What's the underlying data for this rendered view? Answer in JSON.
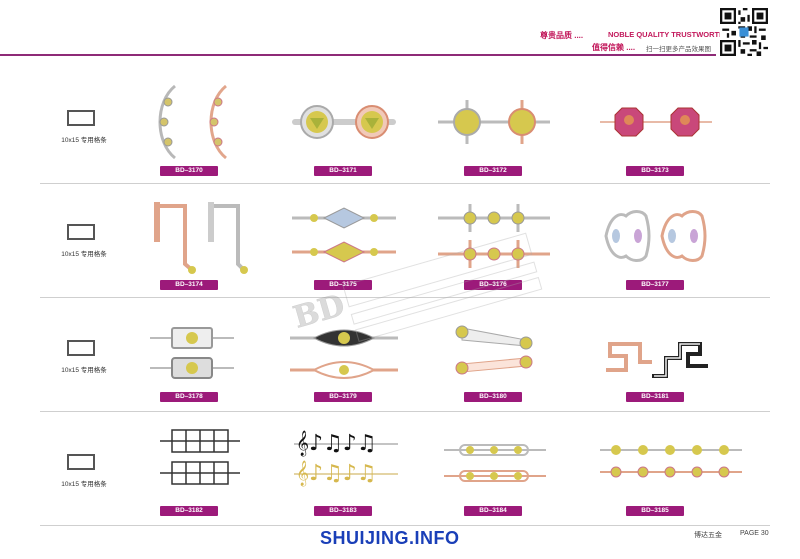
{
  "header": {
    "tagline_cn_1": "尊贵品质 ....",
    "tagline_en": "NOBLE QUALITY TRUSTWORTHY",
    "tagline_cn_2": "值得信赖 ....",
    "scan_text": "扫一扫更多产品效果图",
    "qr_icon": "qr-code-icon",
    "accent_color": "#8e2a77",
    "label_color": "#9c1a7a"
  },
  "rows": [
    {
      "spec": "10x15 专用格条",
      "items": [
        "BD–3170",
        "BD–3171",
        "BD–3172",
        "BD–3173"
      ]
    },
    {
      "spec": "10x15 专用格条",
      "items": [
        "BD–3174",
        "BD–3175",
        "BD–3176",
        "BD–3177"
      ]
    },
    {
      "spec": "10x15 专用格条",
      "items": [
        "BD–3178",
        "BD–3179",
        "BD–3180",
        "BD–3181"
      ]
    },
    {
      "spec": "10x15 专用格条",
      "items": [
        "BD–3182",
        "BD–3183",
        "BD–3184",
        "BD–3185"
      ]
    }
  ],
  "footer": {
    "brand": "SHUIJING.INFO",
    "company": "博达五金",
    "page": "PAGE 30"
  }
}
